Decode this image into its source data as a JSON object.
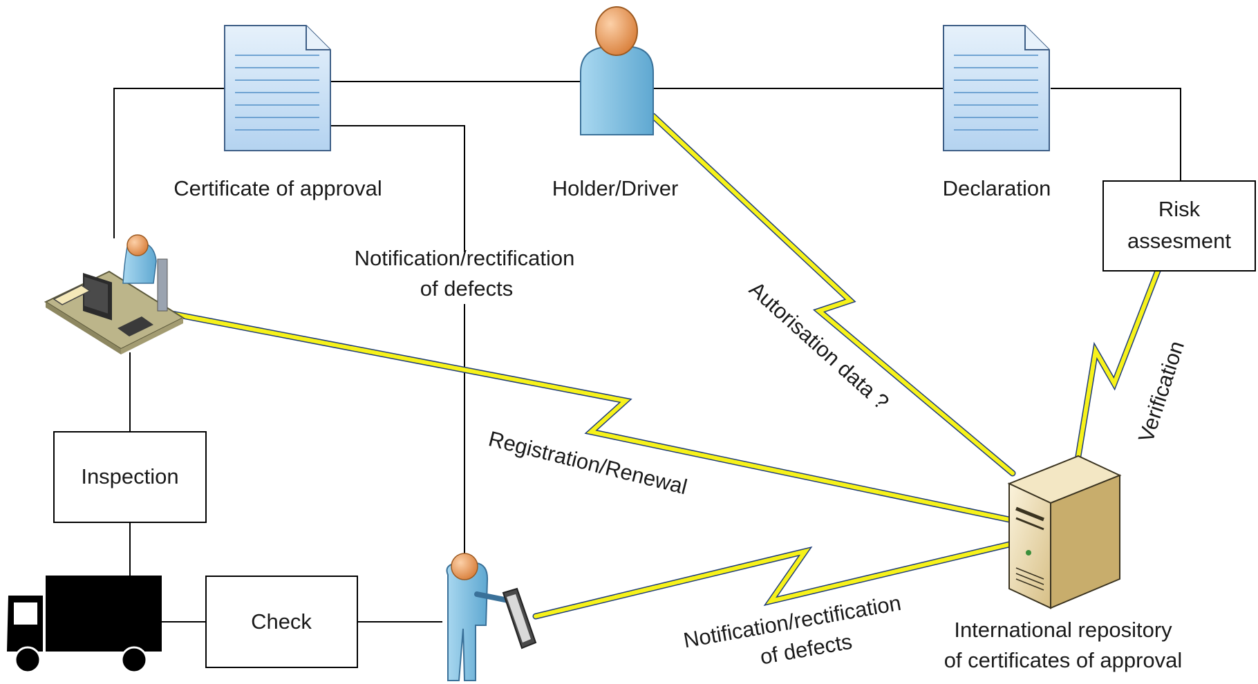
{
  "nodes": {
    "certificate": {
      "label": "Certificate of approval",
      "icon": "document-icon"
    },
    "holder": {
      "label": "Holder/Driver",
      "icon": "person-icon"
    },
    "declaration": {
      "label": "Declaration",
      "icon": "document-icon"
    },
    "risk": {
      "line1": "Risk",
      "line2": "assesment"
    },
    "inspection": {
      "label": "Inspection"
    },
    "check": {
      "label": "Check"
    },
    "repository": {
      "line1": "International repository",
      "line2": "of certificates of approval",
      "icon": "server-icon"
    },
    "office": {
      "icon": "office-worker-icon"
    },
    "truck": {
      "icon": "truck-icon"
    },
    "inspector": {
      "icon": "inspector-with-tablet-icon"
    }
  },
  "edges": {
    "notification_top": {
      "line1": "Notification/rectification",
      "line2": "of defects"
    },
    "autorisation": {
      "label": "Autorisation data ?"
    },
    "verification": {
      "label": "Verification"
    },
    "registration": {
      "label": "Registration/Renewal"
    },
    "notification_bottom": {
      "line1": "Notification/rectification",
      "line2": "of defects"
    }
  },
  "colors": {
    "link_core": "#f7f21a",
    "link_edge": "#1f3d7a",
    "document_fill": "#cfe3f7",
    "person_body": "#8ec8e8",
    "person_head": "#f0a66a",
    "server_body": "#e7d4a8"
  }
}
